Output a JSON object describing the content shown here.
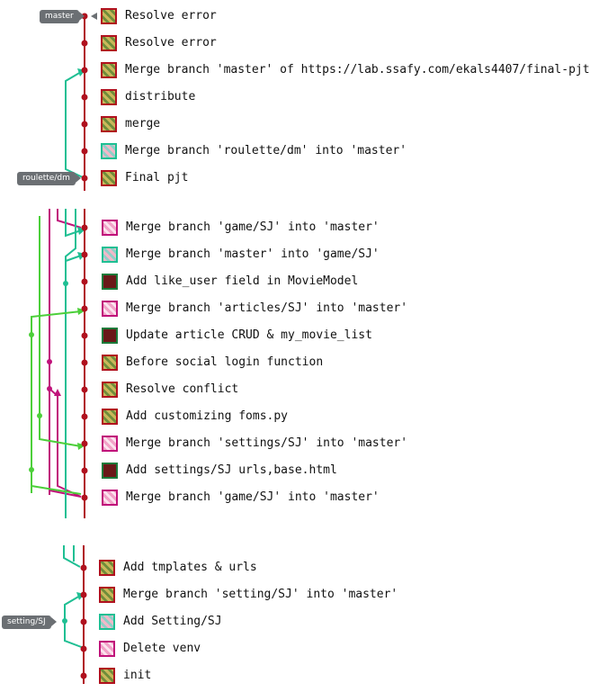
{
  "refs": {
    "master": "master",
    "roulette": "roulette/dm",
    "setting": "setting/SJ"
  },
  "colors": {
    "main": "#b0111e",
    "branch_teal": "#1fbf93",
    "branch_magenta": "#c0127a",
    "branch_green": "#4ccf3a"
  },
  "section1": [
    {
      "message": "Resolve error",
      "avatar": "olive"
    },
    {
      "message": "Resolve error",
      "avatar": "olive"
    },
    {
      "message": "Merge branch 'master' of https://lab.ssafy.com/ekals4407/final-pjt",
      "avatar": "olive"
    },
    {
      "message": "distribute",
      "avatar": "olive"
    },
    {
      "message": "merge",
      "avatar": "olive"
    },
    {
      "message": "Merge branch 'roulette/dm' into 'master'",
      "avatar": "teal"
    },
    {
      "message": "Final pjt",
      "avatar": "olive"
    }
  ],
  "section2": [
    {
      "message": "Merge branch 'game/SJ' into 'master'",
      "avatar": "pink"
    },
    {
      "message": "Merge branch 'master' into 'game/SJ'",
      "avatar": "teal"
    },
    {
      "message": "Add like_user field in MovieModel",
      "avatar": "dark"
    },
    {
      "message": "Merge branch 'articles/SJ' into 'master'",
      "avatar": "pink"
    },
    {
      "message": "Update article CRUD & my_movie_list",
      "avatar": "dark"
    },
    {
      "message": "Before social login function",
      "avatar": "olive"
    },
    {
      "message": "Resolve conflict",
      "avatar": "olive"
    },
    {
      "message": "Add customizing foms.py",
      "avatar": "olive"
    },
    {
      "message": "Merge branch 'settings/SJ' into 'master'",
      "avatar": "pink"
    },
    {
      "message": "Add settings/SJ urls,base.html",
      "avatar": "dark"
    },
    {
      "message": "Merge branch 'game/SJ' into 'master'",
      "avatar": "pink"
    }
  ],
  "section3": [
    {
      "message": "Add tmplates & urls",
      "avatar": "olive"
    },
    {
      "message": "Merge branch 'setting/SJ' into 'master'",
      "avatar": "olive"
    },
    {
      "message": "Add Setting/SJ",
      "avatar": "teal"
    },
    {
      "message": "Delete venv",
      "avatar": "pink"
    },
    {
      "message": "init",
      "avatar": "olive"
    }
  ]
}
